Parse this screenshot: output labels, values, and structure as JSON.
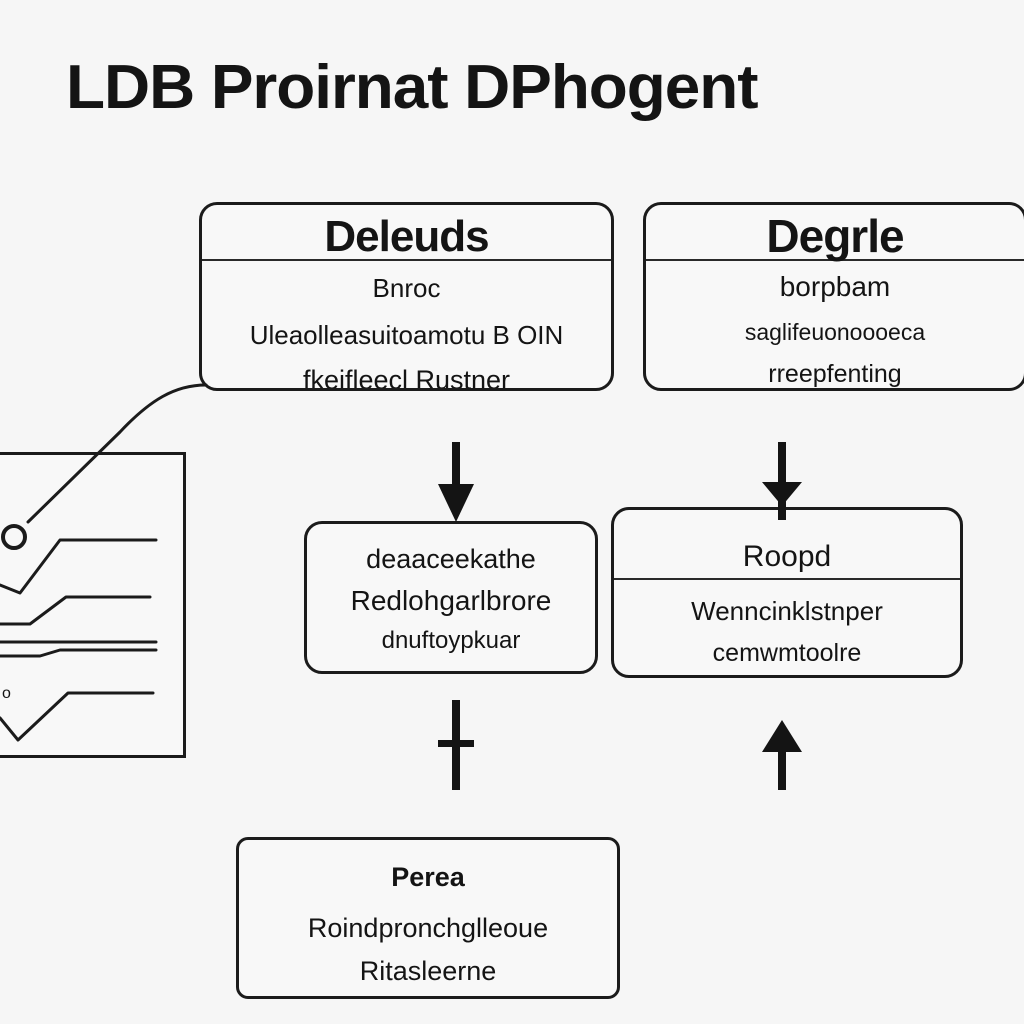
{
  "title": "LDB Proirnat DPhogent",
  "boxes": {
    "box1": {
      "heading": "Deleuds",
      "subheading": "Bnroc",
      "line1": "Uleaolleasuitoamotu B OIN",
      "line2": "fkeifleecl Rustner"
    },
    "box2": {
      "heading": "Degrle",
      "subheading": "borpbam",
      "line1": "saglifeuonoooeca",
      "line2": "rreepfenting"
    },
    "box3": {
      "line1": "deaaceekathe",
      "line2": "Redlohgarlbrore",
      "line3": "dnuftoypkuar"
    },
    "box4": {
      "heading": "Roopd",
      "line1": "Wenncinklstnper",
      "line2": "cemwmtoolre"
    },
    "box5": {
      "heading": "Perea",
      "line1": "Roindpronchglleoue",
      "line2": "Ritasleerne"
    }
  },
  "connector_colors": {
    "stroke": "#1b1b1b"
  }
}
